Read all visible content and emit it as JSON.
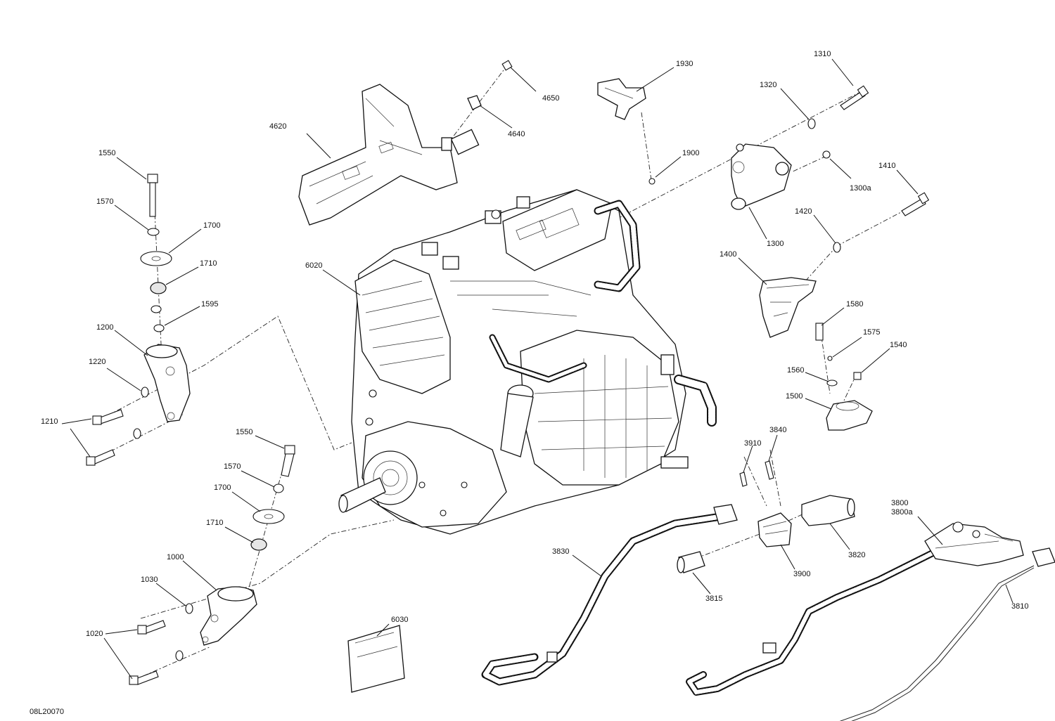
{
  "diagram": {
    "code": "08L20070",
    "callouts": [
      {
        "id": "4650",
        "text": "4650"
      },
      {
        "id": "4640",
        "text": "4640"
      },
      {
        "id": "4620",
        "text": "4620"
      },
      {
        "id": "1930",
        "text": "1930"
      },
      {
        "id": "1900",
        "text": "1900"
      },
      {
        "id": "1310",
        "text": "1310"
      },
      {
        "id": "1320",
        "text": "1320"
      },
      {
        "id": "1300a",
        "text": "1300a"
      },
      {
        "id": "1300",
        "text": "1300"
      },
      {
        "id": "1410",
        "text": "1410"
      },
      {
        "id": "1420",
        "text": "1420"
      },
      {
        "id": "1400",
        "text": "1400"
      },
      {
        "id": "1580",
        "text": "1580"
      },
      {
        "id": "1575",
        "text": "1575"
      },
      {
        "id": "1540",
        "text": "1540"
      },
      {
        "id": "1560",
        "text": "1560"
      },
      {
        "id": "1500",
        "text": "1500"
      },
      {
        "id": "1550a",
        "text": "1550"
      },
      {
        "id": "1570a",
        "text": "1570"
      },
      {
        "id": "1700a",
        "text": "1700"
      },
      {
        "id": "1710a",
        "text": "1710"
      },
      {
        "id": "1595",
        "text": "1595"
      },
      {
        "id": "1200",
        "text": "1200"
      },
      {
        "id": "1220",
        "text": "1220"
      },
      {
        "id": "1210",
        "text": "1210"
      },
      {
        "id": "6020",
        "text": "6020"
      },
      {
        "id": "1550b",
        "text": "1550"
      },
      {
        "id": "1570b",
        "text": "1570"
      },
      {
        "id": "1700b",
        "text": "1700"
      },
      {
        "id": "1710b",
        "text": "1710"
      },
      {
        "id": "1000",
        "text": "1000"
      },
      {
        "id": "1030",
        "text": "1030"
      },
      {
        "id": "1020",
        "text": "1020"
      },
      {
        "id": "6030",
        "text": "6030"
      },
      {
        "id": "3830",
        "text": "3830"
      },
      {
        "id": "3910",
        "text": "3910"
      },
      {
        "id": "3840",
        "text": "3840"
      },
      {
        "id": "3820",
        "text": "3820"
      },
      {
        "id": "3900",
        "text": "3900"
      },
      {
        "id": "3815",
        "text": "3815"
      },
      {
        "id": "3800",
        "text": "3800"
      },
      {
        "id": "3800a",
        "text": "3800a"
      },
      {
        "id": "3810",
        "text": "3810"
      }
    ]
  }
}
